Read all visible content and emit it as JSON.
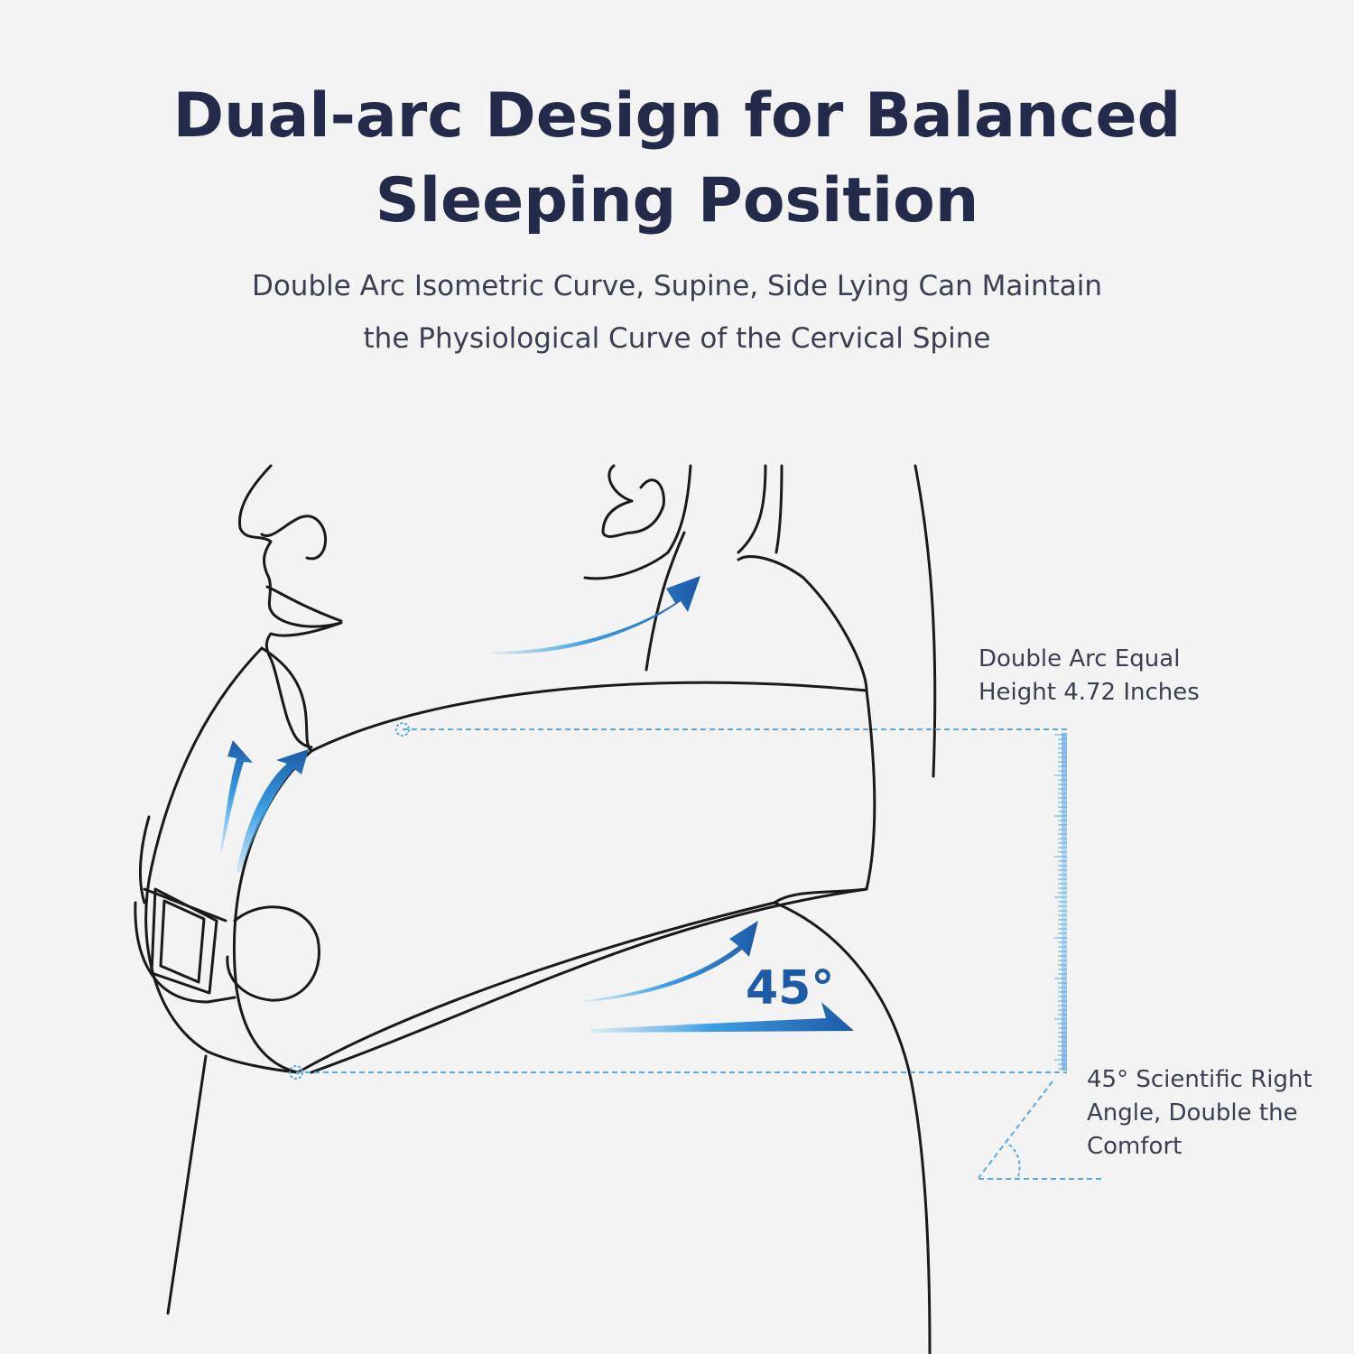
{
  "header": {
    "title_line1": "Dual-arc Design for Balanced",
    "title_line2": "Sleeping Position",
    "subtitle_line1": "Double Arc Isometric Curve, Supine, Side Lying Can Maintain",
    "subtitle_line2": "the Physiological Curve of the Cervical Spine"
  },
  "annotations": {
    "height_line1": "Double Arc Equal",
    "height_line2": "Height 4.72 Inches",
    "angle_line1": "45° Scientific Right",
    "angle_line2": "Angle, Double the",
    "angle_line3": "Comfort",
    "angle_marker": "45°"
  },
  "colors": {
    "title": "#232a4a",
    "text": "#3a3f52",
    "outline": "#1a1a1a",
    "arrow_dark": "#1d5aa8",
    "arrow_light": "#4fb3f0",
    "dash": "#5aa9e0"
  }
}
